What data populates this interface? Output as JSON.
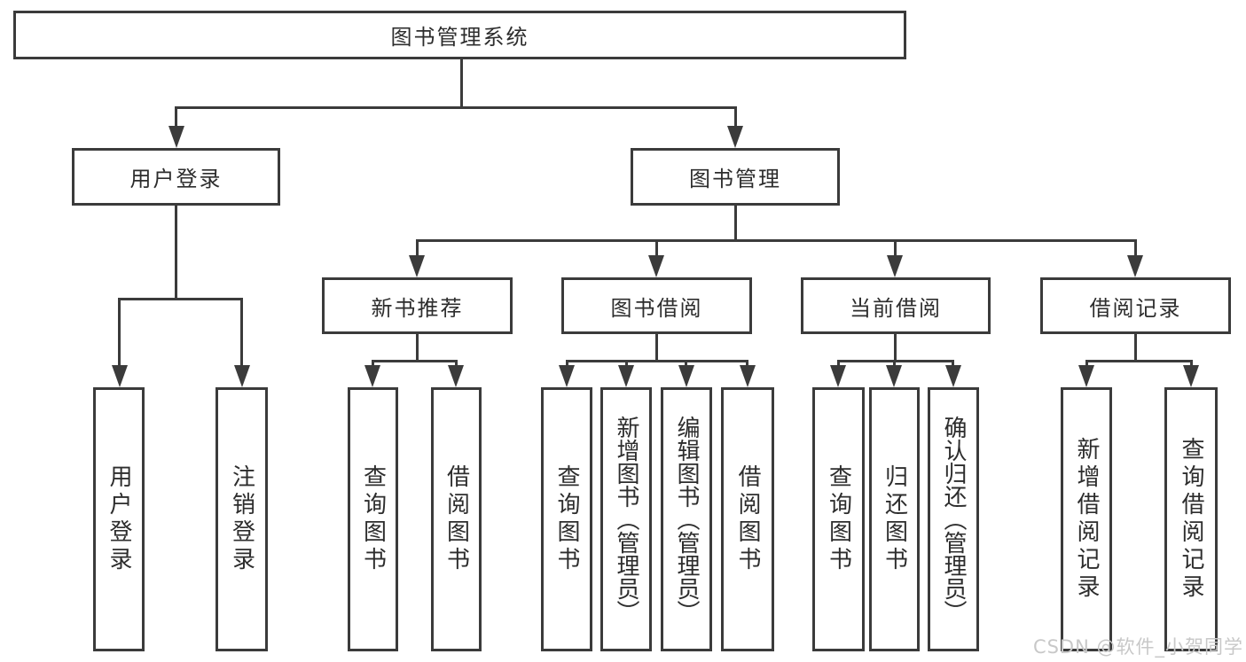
{
  "tree": {
    "root": {
      "label": "图书管理系统",
      "children": [
        {
          "label": "用户登录",
          "children": [
            {
              "label": "用户登录"
            },
            {
              "label": "注销登录"
            }
          ]
        },
        {
          "label": "图书管理",
          "children": [
            {
              "label": "新书推荐",
              "children": [
                {
                  "label": "查询图书"
                },
                {
                  "label": "借阅图书"
                }
              ]
            },
            {
              "label": "图书借阅",
              "children": [
                {
                  "label": "查询图书"
                },
                {
                  "label": "新增图书（管理员）"
                },
                {
                  "label": "编辑图书（管理员）"
                },
                {
                  "label": "借阅图书"
                }
              ]
            },
            {
              "label": "当前借阅",
              "children": [
                {
                  "label": "查询图书"
                },
                {
                  "label": "归还图书"
                },
                {
                  "label": "确认归还（管理员）"
                }
              ]
            },
            {
              "label": "借阅记录",
              "children": [
                {
                  "label": "新增借阅记录"
                },
                {
                  "label": "查询借阅记录"
                }
              ]
            }
          ]
        }
      ]
    }
  },
  "watermark": {
    "text": "CSDN @软件_小贺同学"
  },
  "colors": {
    "line": "#3b3b3b",
    "text": "#2d2d2d",
    "background": "#ffffff",
    "watermark": "#c8c8c8"
  }
}
